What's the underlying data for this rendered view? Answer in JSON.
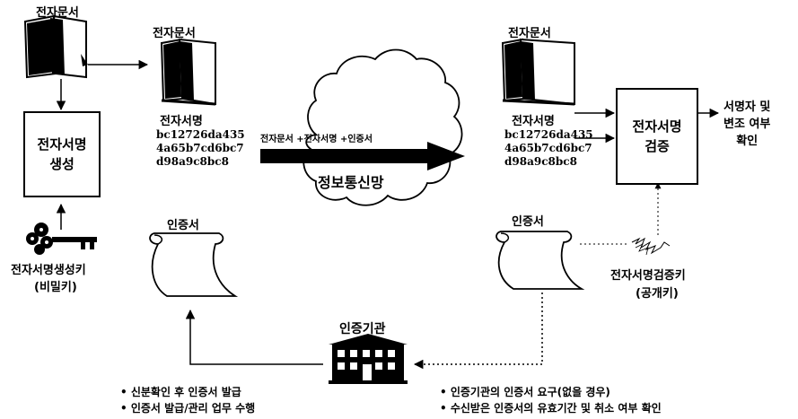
{
  "source": {
    "doc_label": "전자문서",
    "box_label": "전자서명\n생성",
    "key_label": "전자서명생성키",
    "key_sub": "(비밀키)"
  },
  "middle": {
    "doc_label": "전자문서",
    "sig_title": "전자서명",
    "sig_value": "bc12726da435\n4a65b7cd6bc7\nd98a9c8bc8",
    "cert_label": "인증서"
  },
  "network": {
    "flow_label": "전자문서 +전자서명 +인증서",
    "cloud_label": "정보통신망"
  },
  "destination": {
    "doc_label": "전자문서",
    "sig_title": "전자서명",
    "sig_value": "bc12726da435\n4a65b7cd6bc7\nd98a9c8bc8",
    "cert_label": "인증서",
    "verify_box": "전자서명\n검증",
    "result": "서명자 및\n변조 여부\n확인",
    "verify_key": "전자서명검증키",
    "verify_key_sub": "(공개키)"
  },
  "ca": {
    "title": "인증기관",
    "left_notes": [
      "• 신분확인 후 인증서 발급",
      "• 인증서 발급/관리 업무 수행"
    ],
    "right_notes": [
      "• 인증기관의 인증서 요구(없을 경우)",
      "• 수신받은 인증서의 유효기간 및 취소 여부 확인"
    ]
  }
}
